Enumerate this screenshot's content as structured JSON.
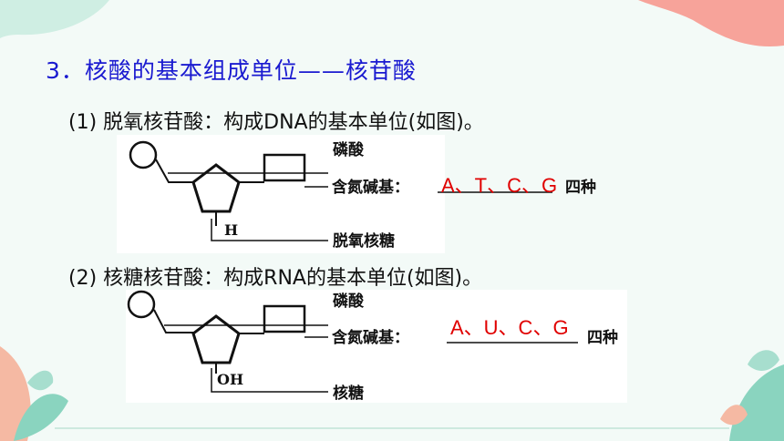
{
  "heading": {
    "number": "3",
    "text": "核酸的基本组成单位——核苷酸"
  },
  "section1": {
    "title": "(1) 脱氧核苷酸：构成DNA的基本单位(如图)。",
    "labels": {
      "phosphate": "磷酸",
      "base": "含氮碱基：",
      "count": "四种",
      "sugar_group": "H",
      "sugar": "脱氧核糖"
    },
    "answer": "A、T、C、G"
  },
  "section2": {
    "title": "(2) 核糖核苷酸：构成RNA的基本单位(如图)。",
    "labels": {
      "phosphate": "磷酸",
      "base": "含氮碱基：",
      "count": "四种",
      "sugar_group": "OH",
      "sugar": "核糖"
    },
    "answer": "A、U、C、G"
  },
  "colors": {
    "heading": "#1a1ad0",
    "answer": "#e00000",
    "background": "#f3faf7",
    "blob_coral": "#f7a39a",
    "leaf_green": "#7fd0ba",
    "leaf_orange": "#f6b39b"
  }
}
